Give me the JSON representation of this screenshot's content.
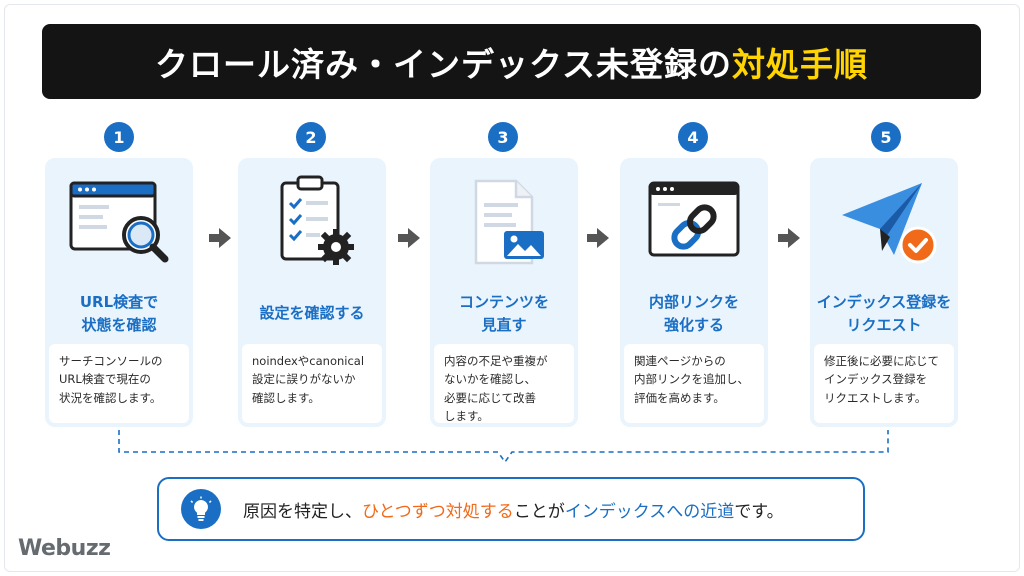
{
  "title": {
    "main": "クロール済み・インデックス未登録の",
    "highlight": "対処手順"
  },
  "steps": [
    {
      "number": "1",
      "title_line1": "URL検査で",
      "title_line2": "状態を確認",
      "desc": [
        "サーチコンソールの",
        "URL検査で現在の",
        "状況を確認します。"
      ],
      "icon": "browser-magnifier-icon"
    },
    {
      "number": "2",
      "title_line1": "設定を確認する",
      "title_line2": "",
      "desc": [
        "noindexやcanonical",
        "設定に誤りがないか",
        "確認します。"
      ],
      "icon": "clipboard-gear-icon"
    },
    {
      "number": "3",
      "title_line1": "コンテンツを",
      "title_line2": "見直す",
      "desc": [
        "内容の不足や重複が",
        "ないかを確認し、",
        "必要に応じて改善",
        "します。"
      ],
      "icon": "document-image-icon"
    },
    {
      "number": "4",
      "title_line1": "内部リンクを",
      "title_line2": "強化する",
      "desc": [
        "関連ページからの",
        "内部リンクを追加し、",
        "評価を高めます。"
      ],
      "icon": "browser-link-icon"
    },
    {
      "number": "5",
      "title_line1": "インデックス登録を",
      "title_line2": "リクエスト",
      "desc": [
        "修正後に必要に応じて",
        "インデックス登録を",
        "リクエストします。"
      ],
      "icon": "paper-plane-check-icon"
    }
  ],
  "note": {
    "part1": "原因を特定し、",
    "part2": "ひとつずつ対処する",
    "part3": "ことが",
    "part4": "インデックスへの近道",
    "part5": "です。",
    "icon": "lightbulb-icon"
  },
  "logo": {
    "text": "Webuzz"
  },
  "colors": {
    "accent_blue": "#1a6fc4",
    "card_bg": "#eaf4fd",
    "title_bg": "#141414",
    "highlight_yellow": "#ffd400",
    "orange": "#f06a1a"
  }
}
